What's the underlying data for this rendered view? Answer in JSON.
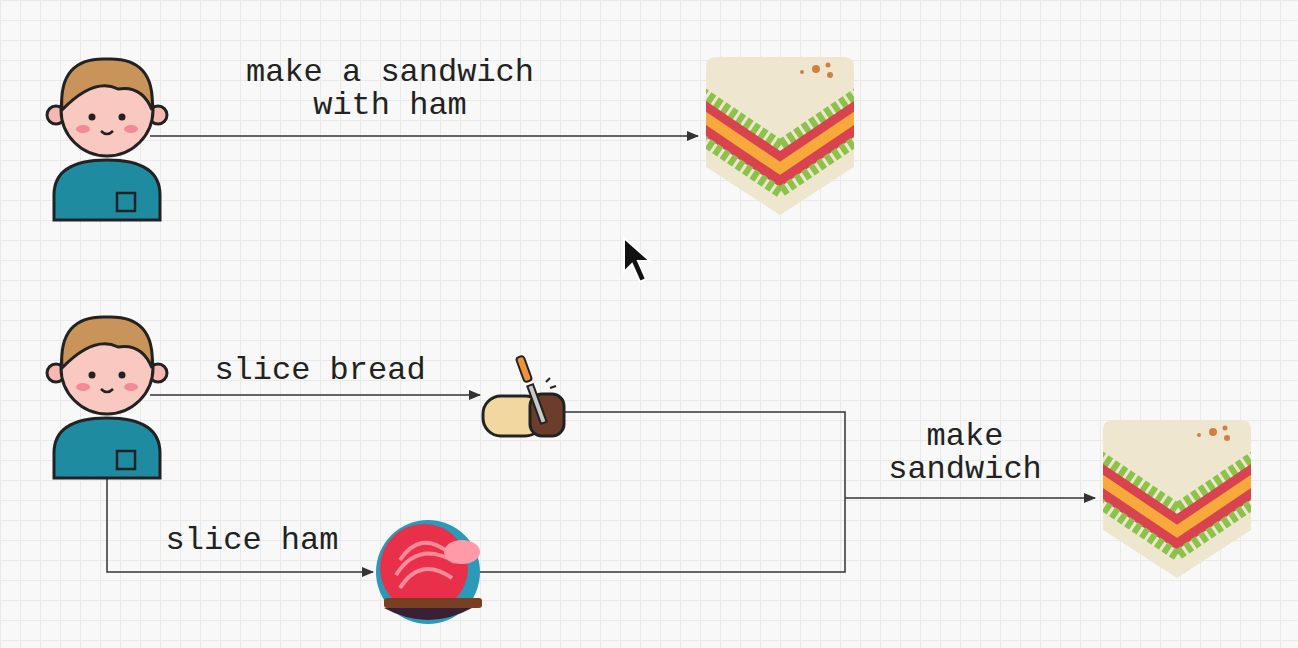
{
  "diagram": {
    "labels": [
      "make a sandwich with ham",
      "slice bread",
      "slice ham",
      "make sandwich"
    ]
  }
}
